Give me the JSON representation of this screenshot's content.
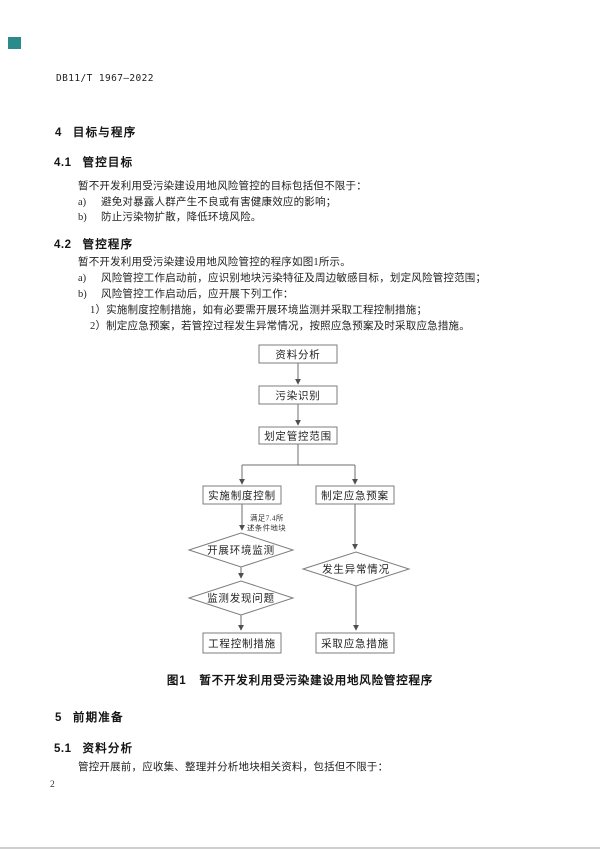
{
  "page": {
    "header": "DB11/T 1967—2022",
    "page_number": "2",
    "accent_teal": "#2b8a8a"
  },
  "section4": {
    "num": "4",
    "title": "目标与程序",
    "s41": {
      "num": "4.1",
      "title": "管控目标",
      "intro": "暂不开发利用受污染建设用地风险管控的目标包括但不限于：",
      "items": [
        {
          "marker": "a)",
          "text": "避免对暴露人群产生不良或有害健康效应的影响；"
        },
        {
          "marker": "b)",
          "text": "防止污染物扩散，降低环境风险。"
        }
      ]
    },
    "s42": {
      "num": "4.2",
      "title": "管控程序",
      "intro": "暂不开发利用受污染建设用地风险管控的程序如图1所示。",
      "items": [
        {
          "marker": "a)",
          "text": "风险管控工作启动前，应识别地块污染特征及周边敏感目标，划定风险管控范围；"
        },
        {
          "marker": "b)",
          "text": "风险管控工作启动后，应开展下列工作："
        }
      ],
      "subitems": [
        "1）实施制度控制措施，如有必要需开展环境监测并采取工程控制措施；",
        "2）制定应急预案，若管控过程发生异常情况，按照应急预案及时采取应急措施。"
      ]
    }
  },
  "figure": {
    "label": "图1",
    "title": "暂不开发利用受污染建设用地风险管控程序",
    "nodes": {
      "n1": "资料分析",
      "n2": "污染识别",
      "n3": "划定管控范围",
      "n4": "实施制度控制",
      "n5": "制定应急预案",
      "d1": "开展环境监测",
      "d2": "监测发现问题",
      "d3": "发生异常情况",
      "n6": "工程控制措施",
      "n7": "采取应急措施"
    },
    "edge_label_line1": "满足7.4所",
    "edge_label_line2": "述条件地块"
  },
  "section5": {
    "num": "5",
    "title": "前期准备",
    "s51": {
      "num": "5.1",
      "title": "资料分析",
      "intro": "管控开展前，应收集、整理并分析地块相关资料，包括但不限于："
    }
  }
}
